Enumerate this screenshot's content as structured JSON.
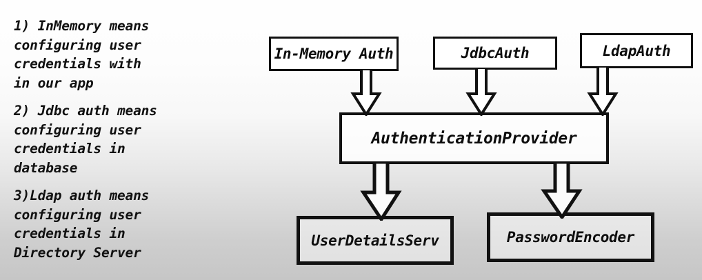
{
  "notes": [
    "1) InMemory means\nconfiguring user\ncredentials with\nin our app",
    "2) Jdbc auth means\nconfiguring user\ncredentials in\ndatabase",
    "3)Ldap auth means\nconfiguring user\ncredentials in\nDirectory Server"
  ],
  "diagram": {
    "sources": [
      {
        "id": "in-memory-auth",
        "label": "In-Memory Auth"
      },
      {
        "id": "jdbc-auth",
        "label": "JdbcAuth"
      },
      {
        "id": "ldap-auth",
        "label": "LdapAuth"
      }
    ],
    "hub": {
      "id": "authentication-provider",
      "label": "AuthenticationProvider"
    },
    "targets": [
      {
        "id": "user-details-serv",
        "label": "UserDetailsServ"
      },
      {
        "id": "password-encoder",
        "label": "PasswordEncoder"
      }
    ],
    "edges": [
      {
        "from": "In-Memory Auth",
        "to": "AuthenticationProvider"
      },
      {
        "from": "JdbcAuth",
        "to": "AuthenticationProvider"
      },
      {
        "from": "LdapAuth",
        "to": "AuthenticationProvider"
      },
      {
        "from": "AuthenticationProvider",
        "to": "UserDetailsServ"
      },
      {
        "from": "AuthenticationProvider",
        "to": "PasswordEncoder"
      }
    ]
  },
  "colors": {
    "stroke": "#111111",
    "text": "#0d0d0d",
    "background_top": "#fefefe",
    "background_bottom": "#c6c6c6"
  }
}
